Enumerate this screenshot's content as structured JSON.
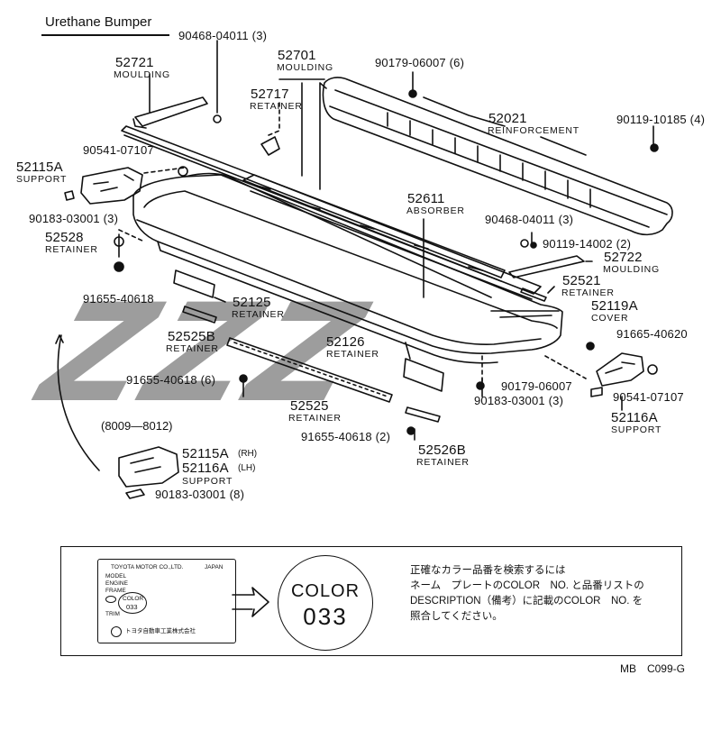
{
  "title": "Urethane Bumper",
  "parts": [
    {
      "num": "90468-04011 (3)",
      "desc": ""
    },
    {
      "num": "52721",
      "desc": "MOULDING"
    },
    {
      "num": "52701",
      "desc": "MOULDING"
    },
    {
      "num": "90179-06007 (6)",
      "desc": ""
    },
    {
      "num": "52717",
      "desc": "RETAINER"
    },
    {
      "num": "52021",
      "desc": "REINFORCEMENT"
    },
    {
      "num": "90119-10185 (4)",
      "desc": ""
    },
    {
      "num": "90541-07107",
      "desc": ""
    },
    {
      "num": "52115A",
      "desc": "SUPPORT"
    },
    {
      "num": "90183-03001 (3)",
      "desc": ""
    },
    {
      "num": "52611",
      "desc": "ABSORBER"
    },
    {
      "num": "90468-04011 (3)",
      "desc": ""
    },
    {
      "num": "52528",
      "desc": "RETAINER"
    },
    {
      "num": "90119-14002 (2)",
      "desc": ""
    },
    {
      "num": "52722",
      "desc": "MOULDING"
    },
    {
      "num": "91655-40618",
      "desc": ""
    },
    {
      "num": "52521",
      "desc": "RETAINER"
    },
    {
      "num": "52125",
      "desc": "RETAINER"
    },
    {
      "num": "52119A",
      "desc": "COVER"
    },
    {
      "num": "52525B",
      "desc": "RETAINER"
    },
    {
      "num": "91665-40620",
      "desc": ""
    },
    {
      "num": "52126",
      "desc": "RETAINER"
    },
    {
      "num": "91655-40618 (6)",
      "desc": ""
    },
    {
      "num": "90179-06007",
      "desc": ""
    },
    {
      "num": "90183-03001 (3)",
      "desc": ""
    },
    {
      "num": "90541-07107",
      "desc": ""
    },
    {
      "num": "52525",
      "desc": "RETAINER"
    },
    {
      "num": "52116A",
      "desc": "SUPPORT"
    },
    {
      "num": "91655-40618 (2)",
      "desc": ""
    },
    {
      "num": "52526B",
      "desc": "RETAINER"
    }
  ],
  "variant": {
    "range": "(8009—8012)",
    "rh": "52115A",
    "rh_tag": "(RH)",
    "lh": "52116A",
    "lh_tag": "(LH)",
    "desc": "SUPPORT",
    "bolt": "90183-03001 (8)"
  },
  "watermark": "ZZZ",
  "plate": {
    "maker": "TOYOTA MOTOR CO.,LTD.",
    "country": "JAPAN",
    "rows": [
      "MODEL",
      "ENGINE",
      "FRAME",
      "TRIM"
    ],
    "color_label": "COLOR",
    "color_value": "033",
    "jp_maker": "トヨタ自動車工業株式会社"
  },
  "color_callout": {
    "label": "COLOR",
    "value": "033"
  },
  "instruction": [
    "正確なカラー品番を検索するには",
    "ネーム　プレートのCOLOR　NO. と品番リストの",
    "DESCRIPTION（備考）に記載のCOLOR　NO. を",
    "照合してください。"
  ],
  "diagram_code": "MB　C099-G"
}
